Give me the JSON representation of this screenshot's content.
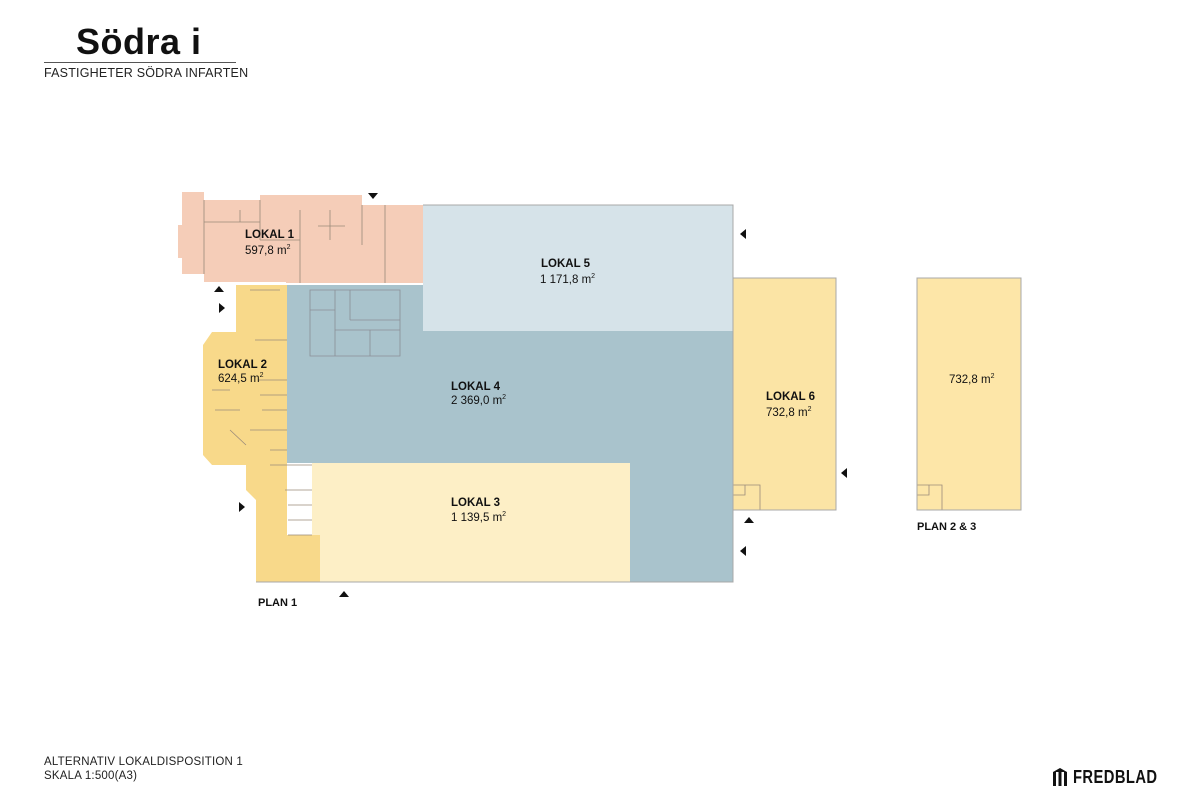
{
  "header": {
    "title": "Södra i",
    "subtitle": "FASTIGHETER SÖDRA INFARTEN"
  },
  "footer": {
    "line1": "ALTERNATIV LOKALDISPOSITION 1",
    "line2": "SKALA 1:500(A3)",
    "logo": "FREDBLAD"
  },
  "plans": {
    "plan1_label": "PLAN 1",
    "plan23_label": "PLAN 2 & 3"
  },
  "units": {
    "area_unit": "m",
    "area_exp": "2"
  },
  "spaces": {
    "lokal1": {
      "name": "LOKAL 1",
      "area": "597,8",
      "color": "#f5cdb8"
    },
    "lokal2": {
      "name": "LOKAL 2",
      "area": "624,5",
      "color": "#f8d98a"
    },
    "lokal3": {
      "name": "LOKAL 3",
      "area": "1 139,5",
      "color": "#fdefc6"
    },
    "lokal4": {
      "name": "LOKAL 4",
      "area": "2 369,0",
      "color": "#a9c3cc"
    },
    "lokal5": {
      "name": "LOKAL 5",
      "area": "1 171,8",
      "color": "#d6e3e9"
    },
    "lokal6": {
      "name": "LOKAL 6",
      "area": "732,8",
      "color": "#fbe4a5"
    },
    "upper": {
      "area": "732,8",
      "color": "#fde6a8"
    }
  }
}
